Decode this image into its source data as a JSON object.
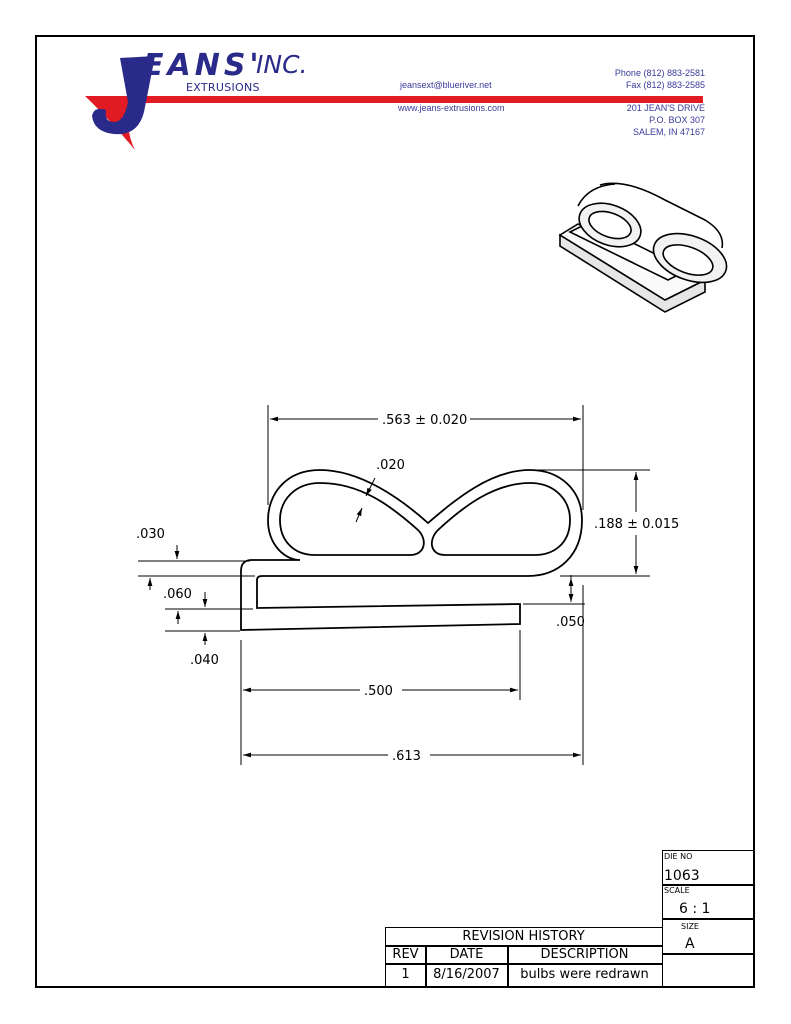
{
  "header": {
    "company_name": "EANS'",
    "company_suffix": "INC.",
    "company_sub": "EXTRUSIONS",
    "email": "jeansext@blueriver.net",
    "website": "www.jeans-extrusions.com",
    "phone": "Phone (812) 883-2581",
    "fax": "Fax (812) 883-2585",
    "address_line1": "201 JEAN'S DRIVE",
    "address_line2": "P.O. BOX 307",
    "address_line3": "SALEM, IN 47167",
    "colors": {
      "brand_blue": "#2a2a8a",
      "brand_red": "#e01b24"
    }
  },
  "dimensions": {
    "overall_top_width": ".563 ± 0.020",
    "wall": ".020",
    "bulb_height": ".188 ± 0.015",
    "lip_thickness": ".030",
    "gap": ".060",
    "base_thickness": ".040",
    "gap_right": ".050",
    "base_length": ".500",
    "overall_width": ".613"
  },
  "title_block": {
    "die_no_label": "DIE NO",
    "die_no_value": "1063",
    "scale_label": "SCALE",
    "scale_value": "6 : 1",
    "size_label": "SIZE",
    "size_value": "A"
  },
  "revision_history": {
    "title": "REVISION HISTORY",
    "headers": [
      "REV",
      "DATE",
      "DESCRIPTION"
    ],
    "rows": [
      [
        "1",
        "8/16/2007",
        "bulbs were redrawn"
      ]
    ]
  }
}
